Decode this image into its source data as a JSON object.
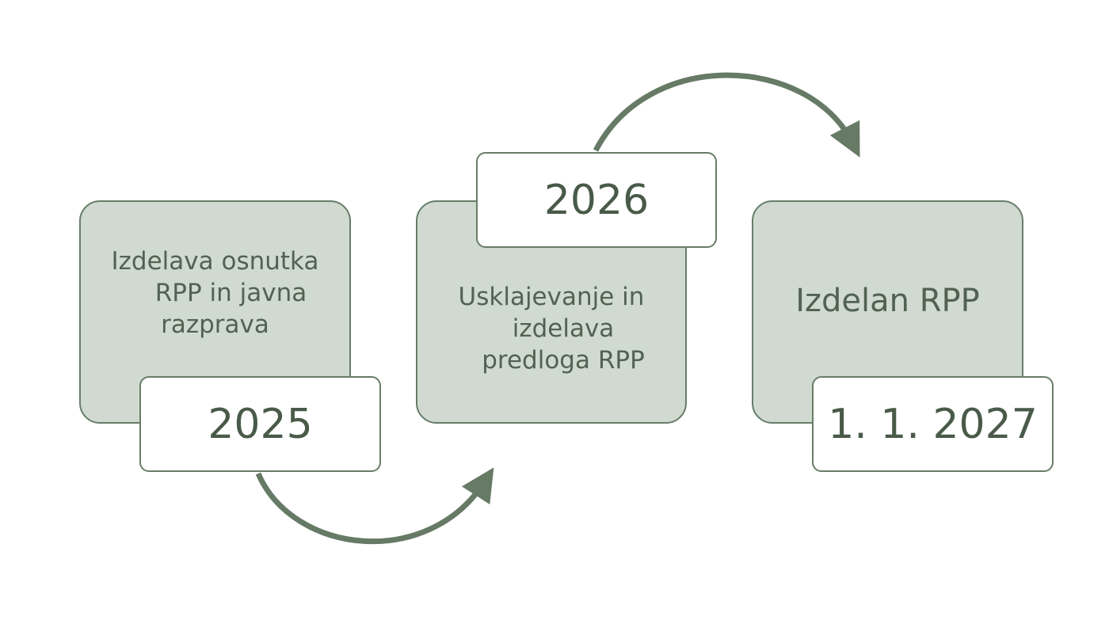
{
  "steps": [
    {
      "description": "Izdelava osnutka RPP in javna razprava",
      "lines": [
        "Izdelava osnutka",
        "RPP in javna",
        "razprava"
      ],
      "date": "2025"
    },
    {
      "description": "Usklajevanje in izdelava predloga RPP",
      "lines": [
        "Usklajevanje in",
        "izdelava",
        "predloga RPP"
      ],
      "date": "2026"
    },
    {
      "description": "Izdelan RPP",
      "lines": [
        "Izdelan RPP"
      ],
      "date": "1. 1. 2027"
    }
  ],
  "colors": {
    "box_fill": "#d1dad1",
    "border": "#687d68",
    "text": "#495a49",
    "arrow": "#667a66"
  }
}
